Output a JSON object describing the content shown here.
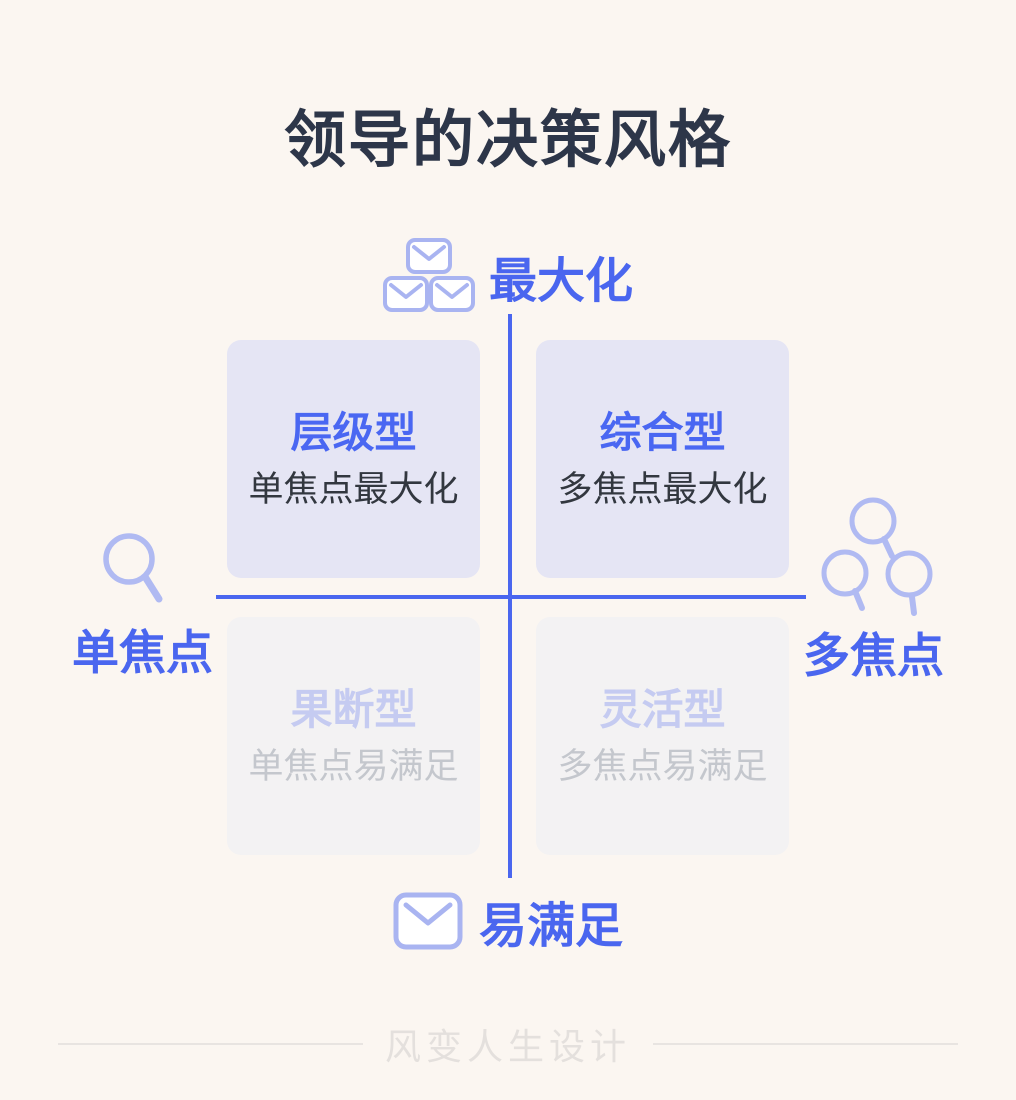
{
  "title": "领导的决策风格",
  "axes": {
    "top": {
      "label": "最大化",
      "icon": "envelopes-three-icon"
    },
    "bottom": {
      "label": "易满足",
      "icon": "envelope-icon"
    },
    "left": {
      "label": "单焦点",
      "icon": "magnifier-icon"
    },
    "right": {
      "label": "多焦点",
      "icon": "magnifiers-three-icon"
    }
  },
  "quadrants": [
    {
      "position": "top-left",
      "title": "层级型",
      "subtitle": "单焦点最大化",
      "state": "active"
    },
    {
      "position": "top-right",
      "title": "综合型",
      "subtitle": "多焦点最大化",
      "state": "active"
    },
    {
      "position": "bottom-left",
      "title": "果断型",
      "subtitle": "单焦点易满足",
      "state": "faded"
    },
    {
      "position": "bottom-right",
      "title": "灵活型",
      "subtitle": "多焦点易满足",
      "state": "faded"
    }
  ],
  "footer": {
    "brand": "风变人生设计"
  },
  "colors": {
    "background": "#fbf6f1",
    "title_text": "#2d3649",
    "accent_blue": "#4a66ef",
    "icon_periwinkle": "#a9b4f1",
    "active_box_bg": "#e5e5f4",
    "faded_box_bg": "#f3f2f3",
    "faded_title_text": "#c5cbf1",
    "faded_subtitle_text": "#c4c7cd",
    "active_subtitle_text": "#32373f",
    "footer_text": "#e4e0dd"
  }
}
